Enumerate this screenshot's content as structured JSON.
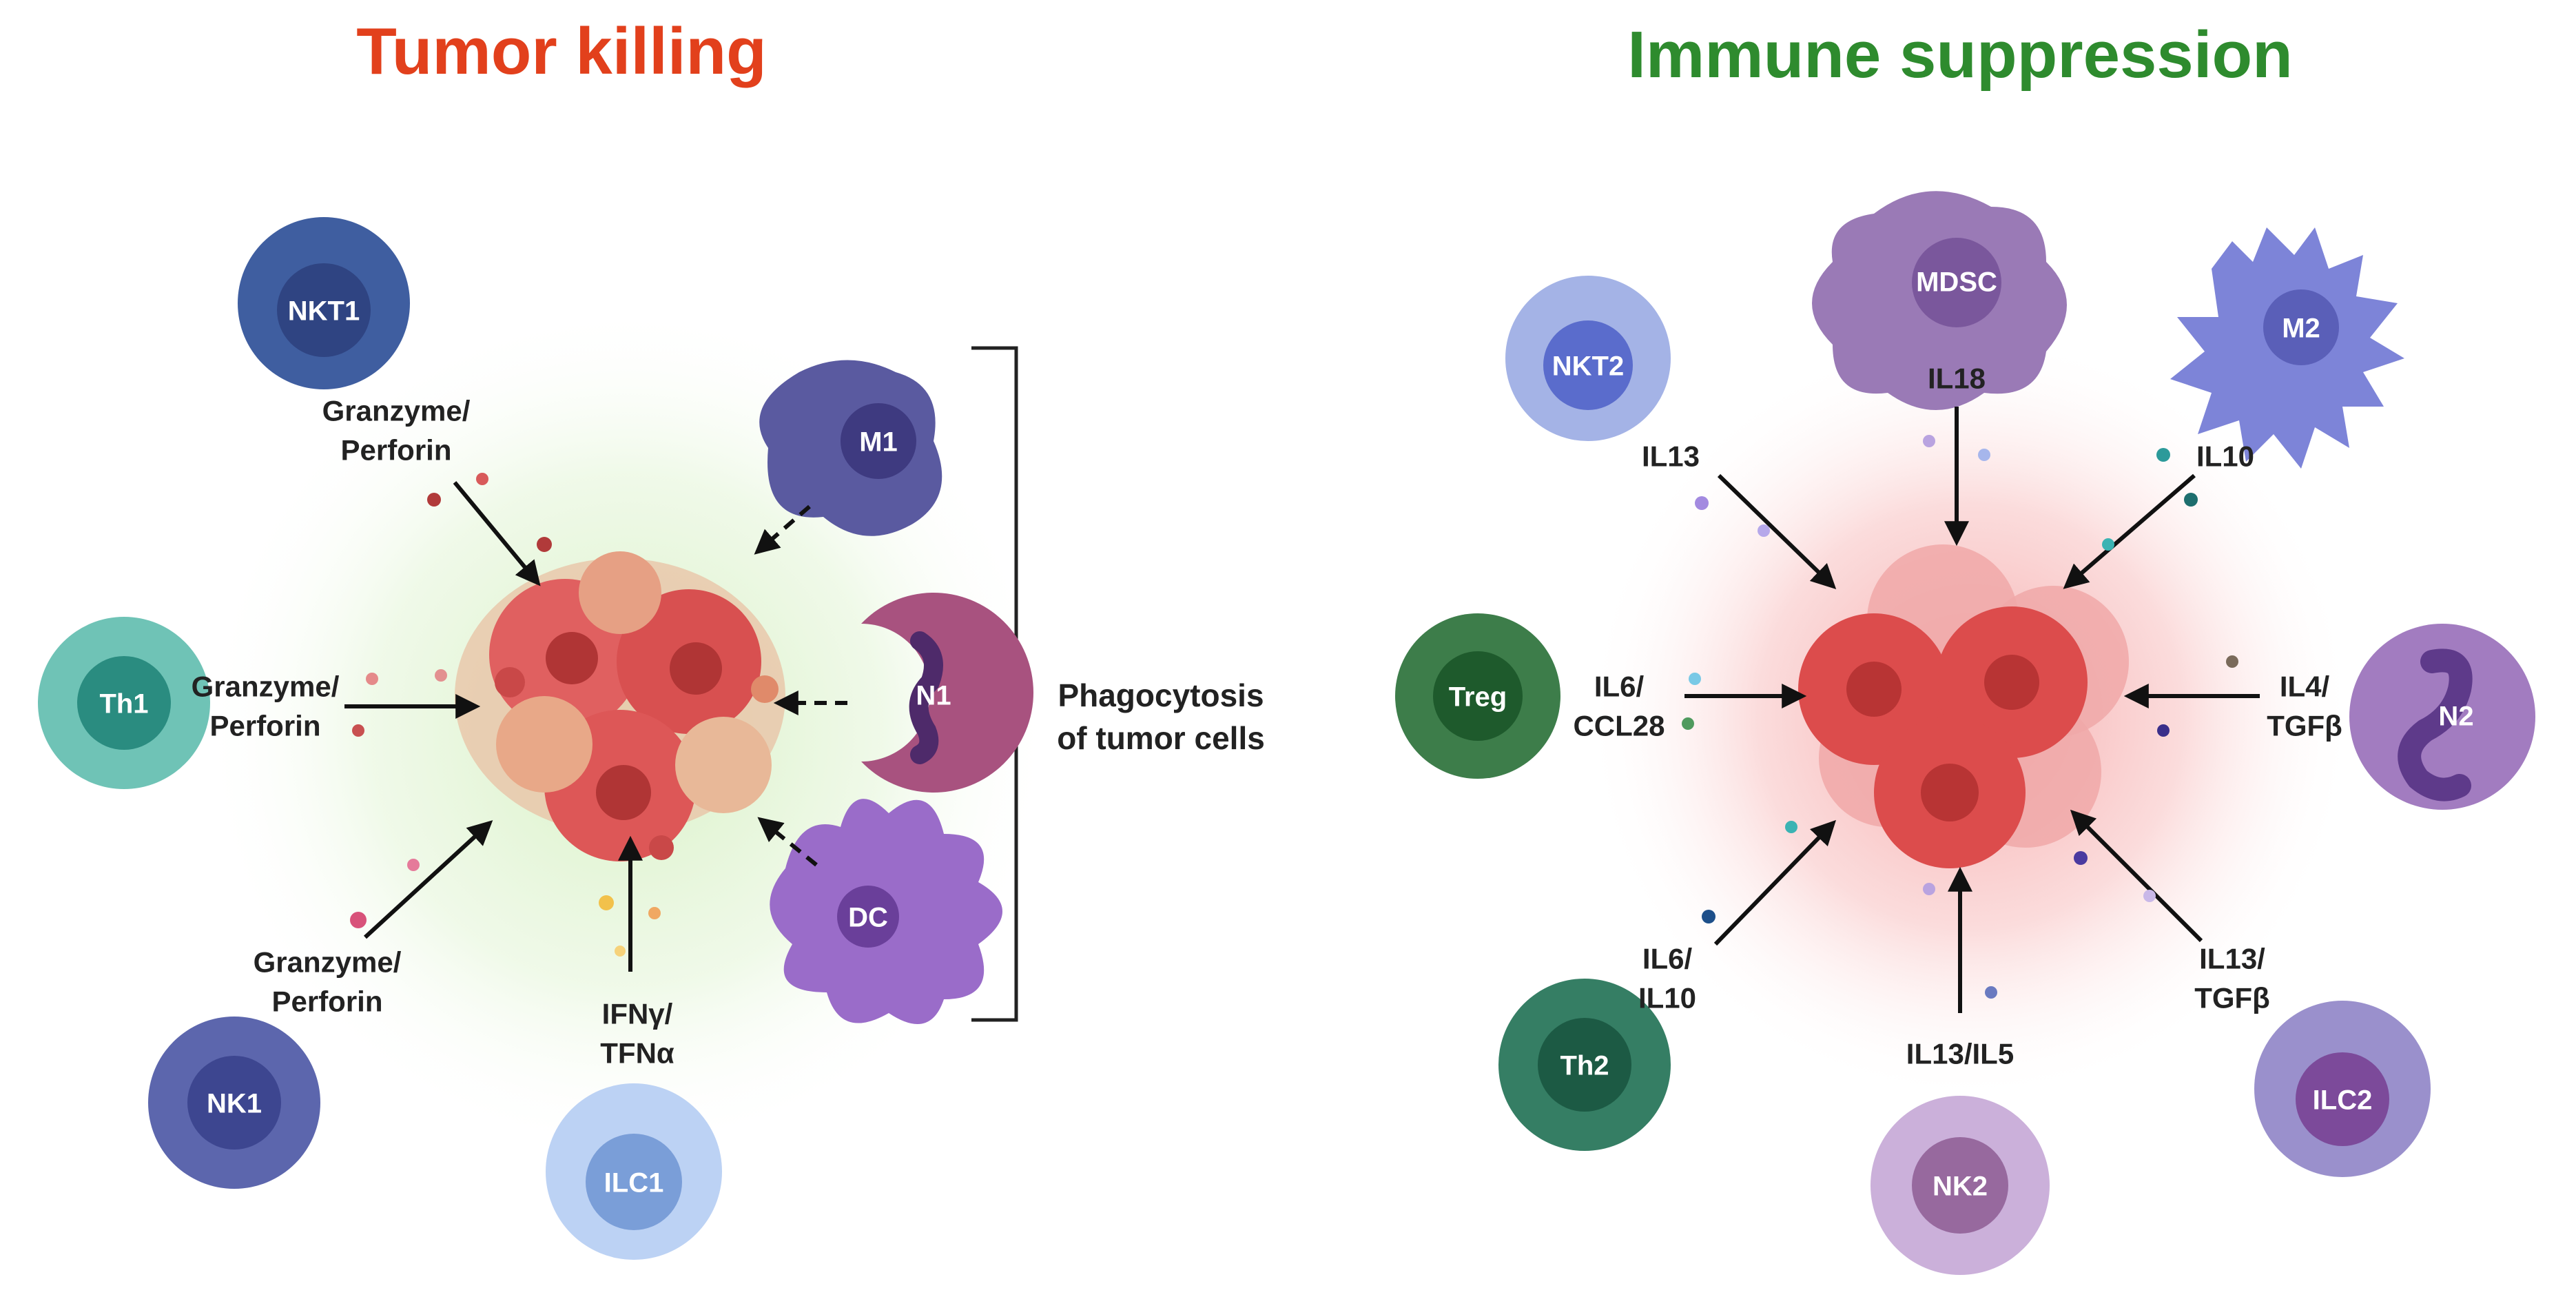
{
  "left_panel": {
    "title": "Tumor killing",
    "title_color": "#e2401c",
    "cells": {
      "nkt1": "NKT1",
      "th1": "Th1",
      "nk1": "NK1",
      "ilc1": "ILC1",
      "m1": "M1",
      "n1": "N1",
      "dc": "DC"
    },
    "labels": {
      "granzyme_top": "Granzyme/\nPerforin",
      "granzyme_left": "Granzyme/\nPerforin",
      "granzyme_bottom": "Granzyme/\nPerforin",
      "ifn": "IFNγ/\nTFNα",
      "phagocytosis": "Phagocytosis\nof tumor cells"
    }
  },
  "right_panel": {
    "title": "Immune suppression",
    "title_color": "#2e8b2e",
    "cells": {
      "nkt2": "NKT2",
      "mdsc": "MDSC",
      "m2": "M2",
      "treg": "Treg",
      "n2": "N2",
      "th2": "Th2",
      "nk2": "NK2",
      "ilc2": "ILC2"
    },
    "labels": {
      "il18": "IL18",
      "il13": "IL13",
      "il10": "IL10",
      "il6_ccl28": "IL6/\nCCL28",
      "il4_tgfb": "IL4/\nTGFβ",
      "il6_il10": "IL6/\nIL10",
      "il13_il5": "IL13/IL5",
      "il13_tgfb": "IL13/\nTGFβ"
    }
  },
  "colors": {
    "nkt1": "#3f5ea0",
    "th1": "#4fb3a6",
    "nk1": "#4e5aa5",
    "ilc1": "#a9c4ef",
    "m1": "#5a5aa0",
    "n1": "#a8527f",
    "dc": "#9a6cc9",
    "nkt2": "#8c9fdc",
    "mdsc": "#9a7ab6",
    "m2": "#7d84d8",
    "treg": "#2f6b3c",
    "n2": "#a27cc0",
    "th2": "#2b6e58",
    "nk2": "#c4a4d4",
    "ilc2": "#8e84c4",
    "tumor": "#d94a4a",
    "arrow": "#111111"
  }
}
